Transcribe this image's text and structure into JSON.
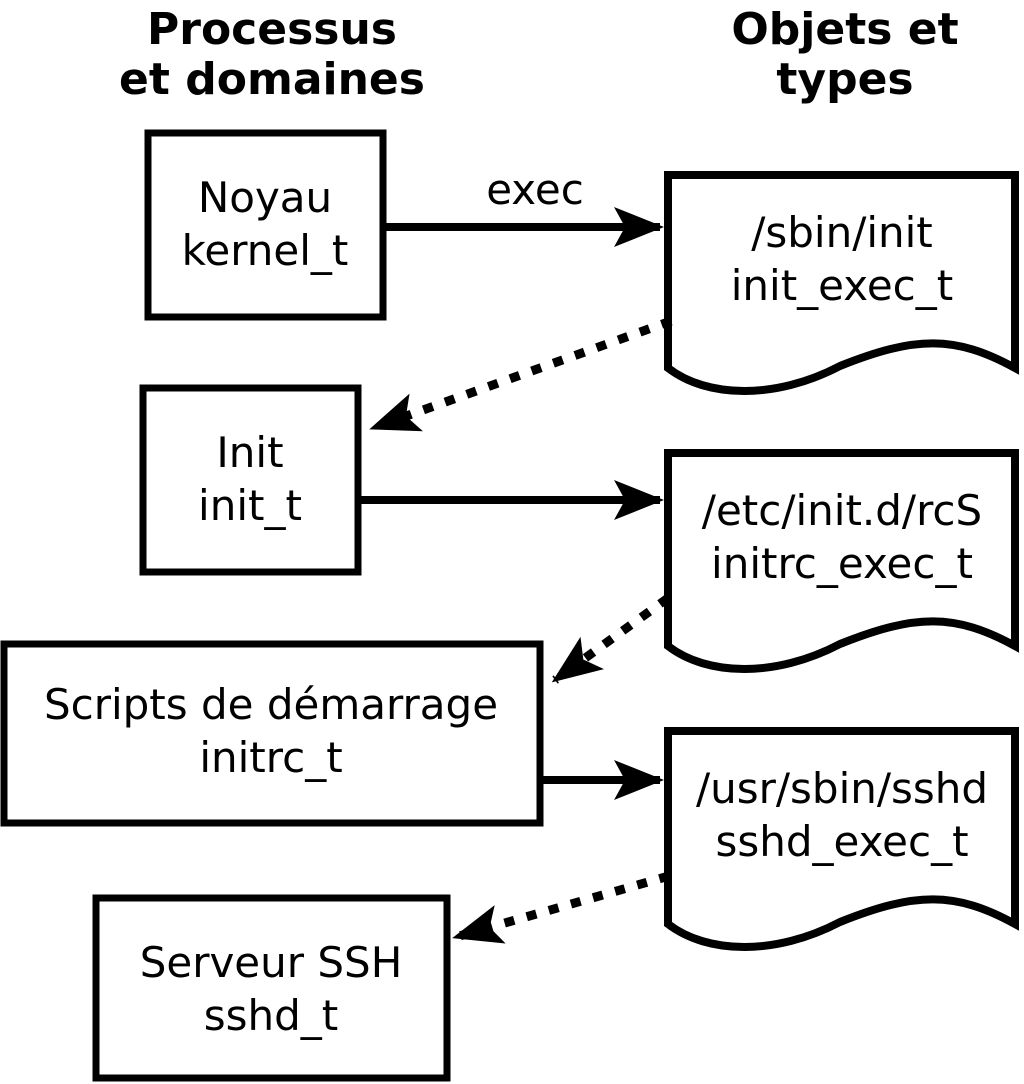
{
  "diagram": {
    "title_semantic": "SELinux domain transitions at boot",
    "colors": {
      "stroke": "#000000",
      "background": "#ffffff"
    },
    "headers": {
      "processes_line1": "Processus",
      "processes_line2": "et domaines",
      "objects_line1": "Objets et",
      "objects_line2": "types"
    },
    "processes": [
      {
        "name": "Noyau",
        "type": "kernel_t"
      },
      {
        "name": "Init",
        "type": "init_t"
      },
      {
        "name": "Scripts de démarrage",
        "type": "initrc_t"
      },
      {
        "name": "Serveur SSH",
        "type": "sshd_t"
      }
    ],
    "objects": [
      {
        "path": "/sbin/init",
        "type": "init_exec_t"
      },
      {
        "path": "/etc/init.d/rcS",
        "type": "initrc_exec_t"
      },
      {
        "path": "/usr/sbin/sshd",
        "type": "sshd_exec_t"
      }
    ],
    "arrows": {
      "exec_label": "exec"
    }
  }
}
